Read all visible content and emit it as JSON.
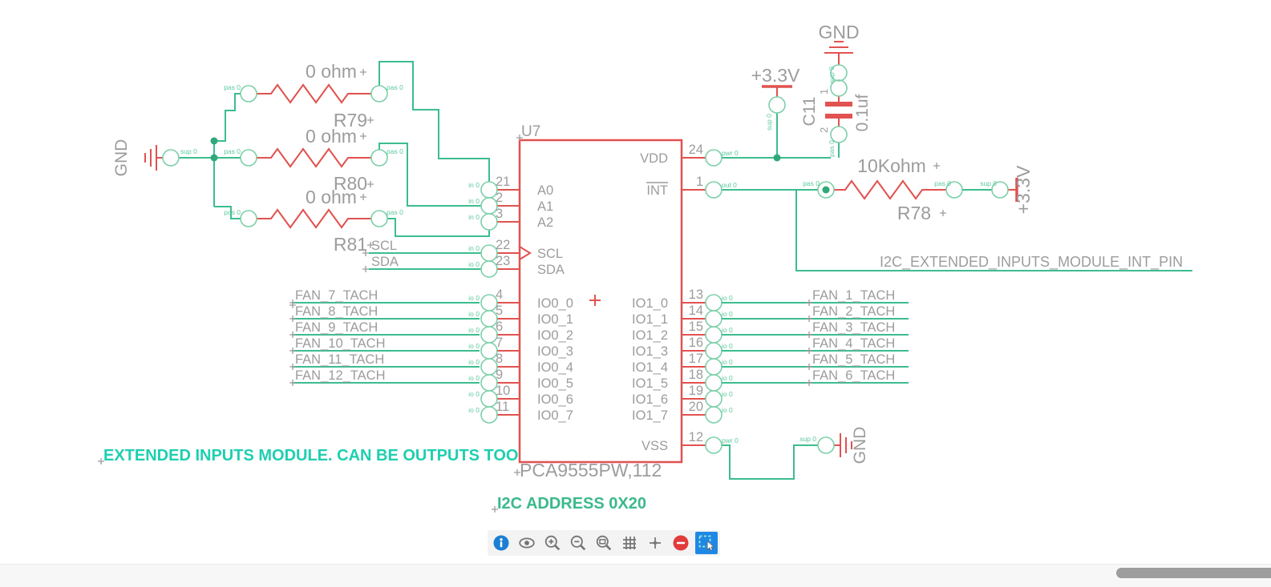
{
  "canvas": {
    "chip": {
      "ref": "U7",
      "part": "PCA9555PW,112",
      "center_marker": "+",
      "left_pins": [
        {
          "number": "21",
          "label": "A0",
          "type": "in 0"
        },
        {
          "number": "2",
          "label": "A1",
          "type": "in 0"
        },
        {
          "number": "3",
          "label": "A2",
          "type": "in 0"
        },
        {
          "number": "22",
          "label": "SCL",
          "type": "in 0",
          "clock": true
        },
        {
          "number": "23",
          "label": "SDA",
          "type": "io 0"
        },
        {
          "number": "4",
          "label": "IO0_0",
          "type": "io 0"
        },
        {
          "number": "5",
          "label": "IO0_1",
          "type": "io 0"
        },
        {
          "number": "6",
          "label": "IO0_2",
          "type": "io 0"
        },
        {
          "number": "7",
          "label": "IO0_3",
          "type": "io 0"
        },
        {
          "number": "8",
          "label": "IO0_4",
          "type": "io 0"
        },
        {
          "number": "9",
          "label": "IO0_5",
          "type": "io 0"
        },
        {
          "number": "10",
          "label": "IO0_6",
          "type": "io 0"
        },
        {
          "number": "11",
          "label": "IO0_7",
          "type": "io 0"
        }
      ],
      "right_pins": [
        {
          "number": "24",
          "label": "VDD",
          "type": "pwr 0"
        },
        {
          "number": "1",
          "label": "INT",
          "type": "out 0",
          "overline": true
        },
        {
          "number": "13",
          "label": "IO1_0",
          "type": "io 0"
        },
        {
          "number": "14",
          "label": "IO1_1",
          "type": "io 0"
        },
        {
          "number": "15",
          "label": "IO1_2",
          "type": "io 0"
        },
        {
          "number": "16",
          "label": "IO1_3",
          "type": "io 0"
        },
        {
          "number": "17",
          "label": "IO1_4",
          "type": "io 0"
        },
        {
          "number": "18",
          "label": "IO1_5",
          "type": "io 0"
        },
        {
          "number": "19",
          "label": "IO1_6",
          "type": "io 0"
        },
        {
          "number": "20",
          "label": "IO1_7",
          "type": "io 0"
        },
        {
          "number": "12",
          "label": "VSS",
          "type": "pwr 0"
        }
      ]
    },
    "resistors": [
      {
        "ref": "R79",
        "value": "0 ohm",
        "pin_type": "pas 0"
      },
      {
        "ref": "R80",
        "value": "0 ohm",
        "pin_type": "pas 0"
      },
      {
        "ref": "R81",
        "value": "0 ohm",
        "pin_type": "pas 0"
      },
      {
        "ref": "R78",
        "value": "10Kohm",
        "pin_type": "pas 0"
      }
    ],
    "capacitor": {
      "ref": "C11",
      "value": "0.1uf",
      "pin1": "1",
      "pin2": "2",
      "pin_type": "pas 0"
    },
    "supplies": {
      "gnd": "GND",
      "v33": "+3.3V",
      "sup_pin": "sup 0"
    },
    "nets": {
      "scl": "SCL",
      "sda": "SDA",
      "int_pin": "I2C_EXTENDED_INPUTS_MODULE_INT_PIN",
      "left_fans": [
        "FAN_7_TACH",
        "FAN_8_TACH",
        "FAN_9_TACH",
        "FAN_10_TACH",
        "FAN_11_TACH",
        "FAN_12_TACH"
      ],
      "right_fans": [
        "FAN_1_TACH",
        "FAN_2_TACH",
        "FAN_3_TACH",
        "FAN_4_TACH",
        "FAN_5_TACH",
        "FAN_6_TACH"
      ]
    },
    "notes": {
      "inputs_note": "EXTENDED INPUTS MODULE. CAN BE OUTPUTS TOO",
      "address_note": "I2C ADDRESS 0X20"
    },
    "colors": {
      "wire": "#3cbd8e",
      "component": "#e15250",
      "label": "#9c9c9c",
      "pin_text": "#5ec89e",
      "junction": "#2fa87a",
      "note_teal": "#1ecfb0",
      "note_green": "#3bb98c",
      "toolbar_active": "#1e88e5",
      "info_blue": "#1d7fd1",
      "remove_red": "#e23b3b"
    }
  },
  "toolbar": {
    "items": [
      {
        "icon": "info-icon",
        "active": false
      },
      {
        "icon": "visibility-icon",
        "active": false
      },
      {
        "icon": "zoom-in-icon",
        "active": false
      },
      {
        "icon": "zoom-out-icon",
        "active": false
      },
      {
        "icon": "zoom-fit-icon",
        "active": false
      },
      {
        "icon": "grid-icon",
        "active": false
      },
      {
        "icon": "snap-icon",
        "active": false
      },
      {
        "icon": "remove-icon",
        "active": false
      },
      {
        "icon": "select-icon",
        "active": true
      }
    ]
  }
}
